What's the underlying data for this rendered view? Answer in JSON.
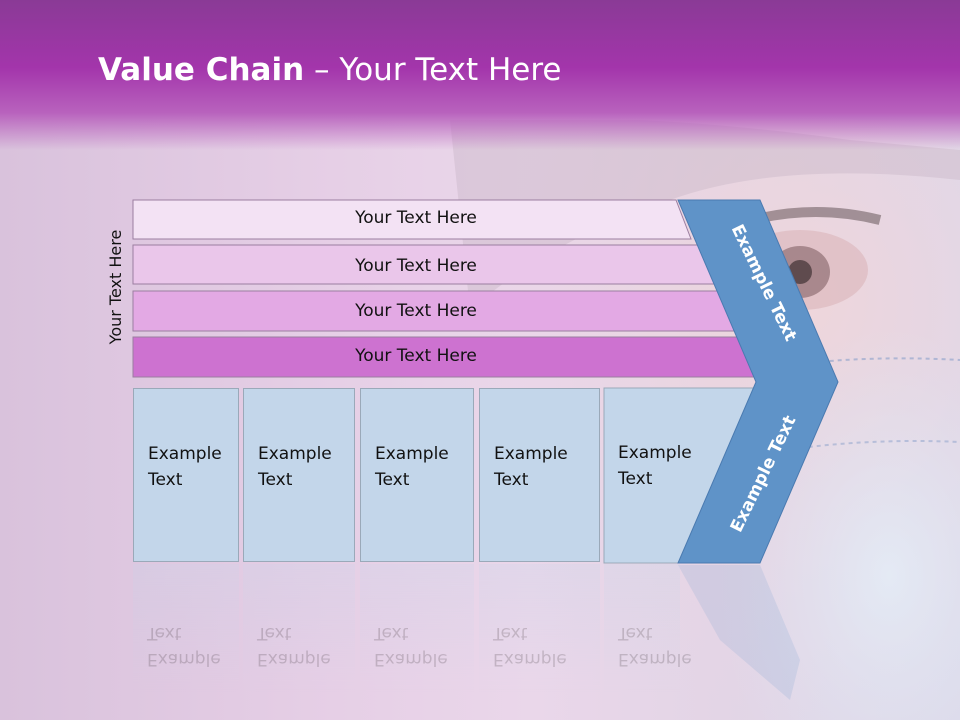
{
  "title": {
    "bold": "Value Chain",
    "rest": " – Your Text Here"
  },
  "side_label": "Your Text Here",
  "rows": [
    {
      "label": "Your Text Here",
      "color": "#f3e2f4"
    },
    {
      "label": "Your Text Here",
      "color": "#eac6ea"
    },
    {
      "label": "Your Text Here",
      "color": "#e3a9e4"
    },
    {
      "label": "Your Text Here",
      "color": "#cd72d0"
    }
  ],
  "boxes": [
    {
      "line1": "Example",
      "line2": "Text"
    },
    {
      "line1": "Example",
      "line2": "Text"
    },
    {
      "line1": "Example",
      "line2": "Text"
    },
    {
      "line1": "Example",
      "line2": "Text"
    },
    {
      "line1": "Example",
      "line2": "Text"
    }
  ],
  "arrow": {
    "upper_label": "Example Text",
    "lower_label": "Example Text",
    "color": "#5f93c8"
  }
}
